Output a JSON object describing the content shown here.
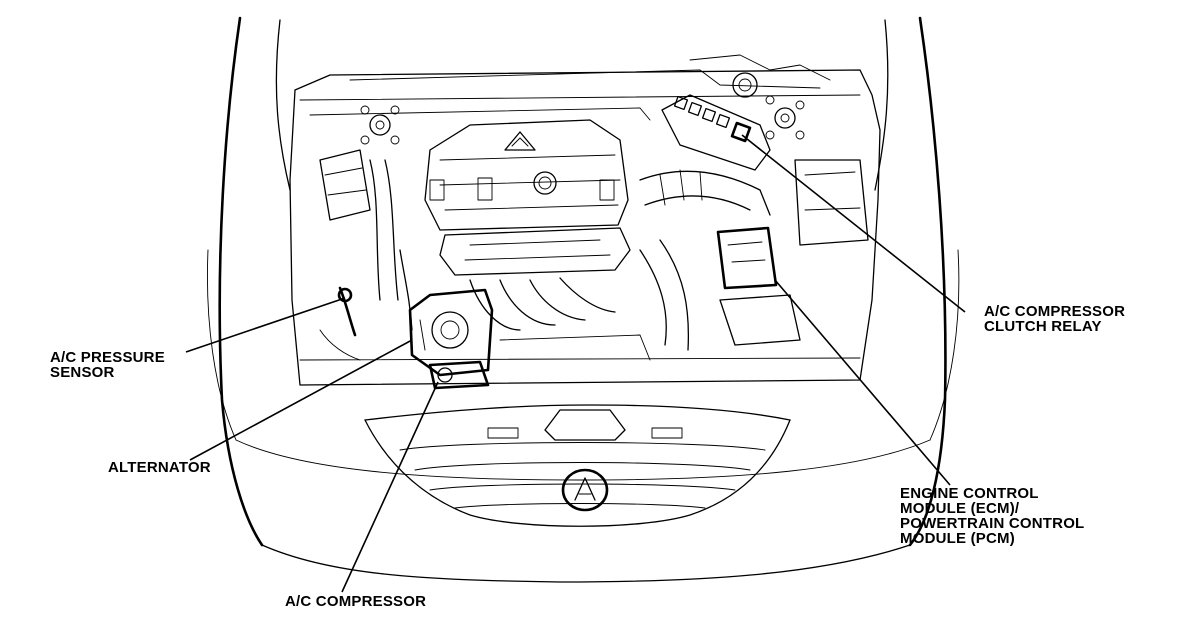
{
  "callouts": {
    "ac_pressure_sensor": {
      "line1": "A/C PRESSURE",
      "line2": "SENSOR"
    },
    "alternator": {
      "line1": "ALTERNATOR"
    },
    "ac_compressor": {
      "line1": "A/C COMPRESSOR"
    },
    "ac_compressor_clutch_relay": {
      "line1": "A/C COMPRESSOR",
      "line2": "CLUTCH RELAY"
    },
    "ecm_pcm": {
      "line1": "ENGINE CONTROL",
      "line2": "MODULE (ECM)/",
      "line3": "POWERTRAIN CONTROL",
      "line4": "MODULE (PCM)"
    }
  },
  "colors": {
    "ink": "#000000",
    "paper": "#ffffff"
  }
}
